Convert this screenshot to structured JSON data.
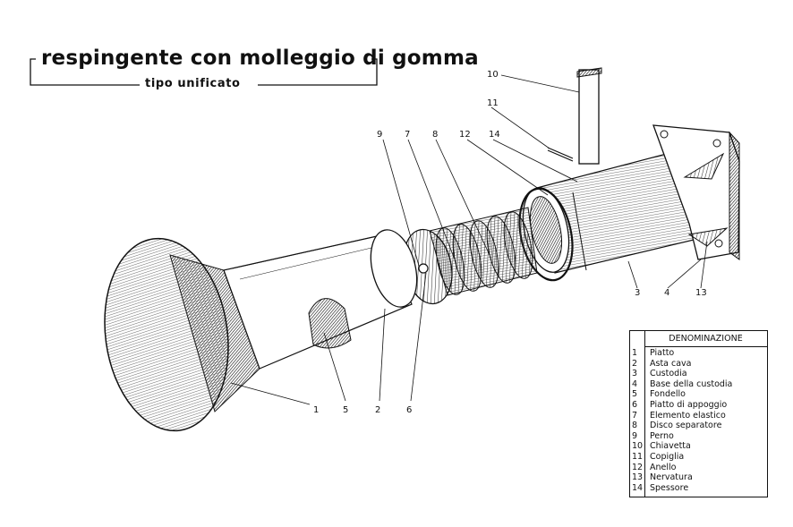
{
  "title": "respingente con molleggio di gomma",
  "subtitle": "tipo unificato",
  "callouts": [
    "1",
    "5",
    "2",
    "6",
    "9",
    "7",
    "8",
    "12",
    "14",
    "11",
    "10",
    "3",
    "4",
    "13"
  ],
  "legend": {
    "header": "DENOMINAZIONE",
    "items": [
      {
        "n": "1",
        "name": "Piatto"
      },
      {
        "n": "2",
        "name": "Asta cava"
      },
      {
        "n": "3",
        "name": "Custodia"
      },
      {
        "n": "4",
        "name": "Base della custodia"
      },
      {
        "n": "5",
        "name": "Fondello"
      },
      {
        "n": "6",
        "name": "Piatto di appoggio"
      },
      {
        "n": "7",
        "name": "Elemento elastico"
      },
      {
        "n": "8",
        "name": "Disco separatore"
      },
      {
        "n": "9",
        "name": "Perno"
      },
      {
        "n": "10",
        "name": "Chiavetta"
      },
      {
        "n": "11",
        "name": "Copiglia"
      },
      {
        "n": "12",
        "name": "Anello"
      },
      {
        "n": "13",
        "name": "Nervatura"
      },
      {
        "n": "14",
        "name": "Spessore"
      }
    ]
  }
}
